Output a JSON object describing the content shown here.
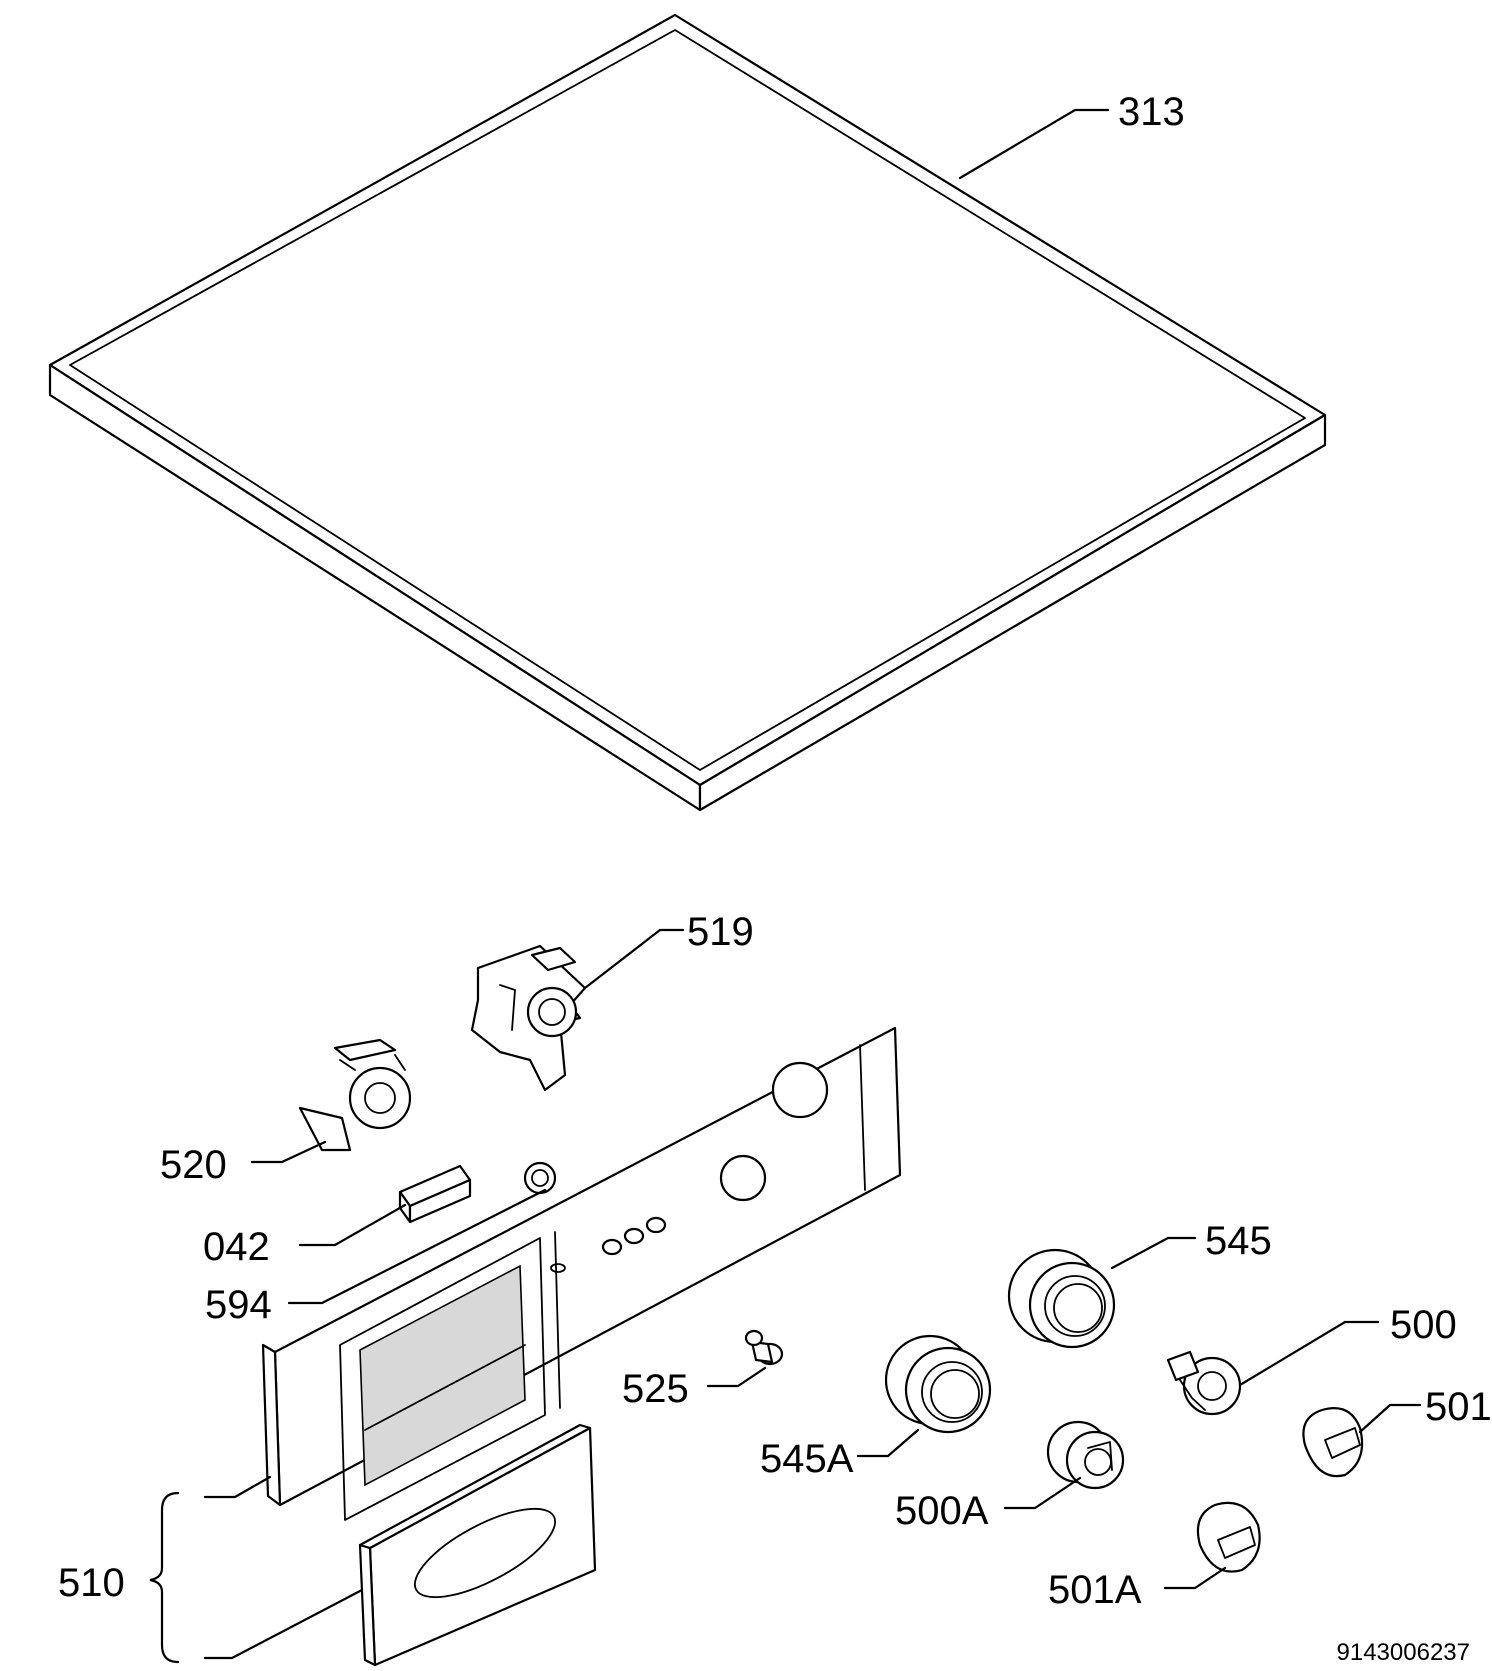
{
  "labels": {
    "p313": "313",
    "p519": "519",
    "p520": "520",
    "p042": "042",
    "p594": "594",
    "p545": "545",
    "p500": "500",
    "p501": "501",
    "p525": "525",
    "p545a": "545A",
    "p500a": "500A",
    "p501a": "501A",
    "p510": "510"
  },
  "drawing_number": "9143006237"
}
